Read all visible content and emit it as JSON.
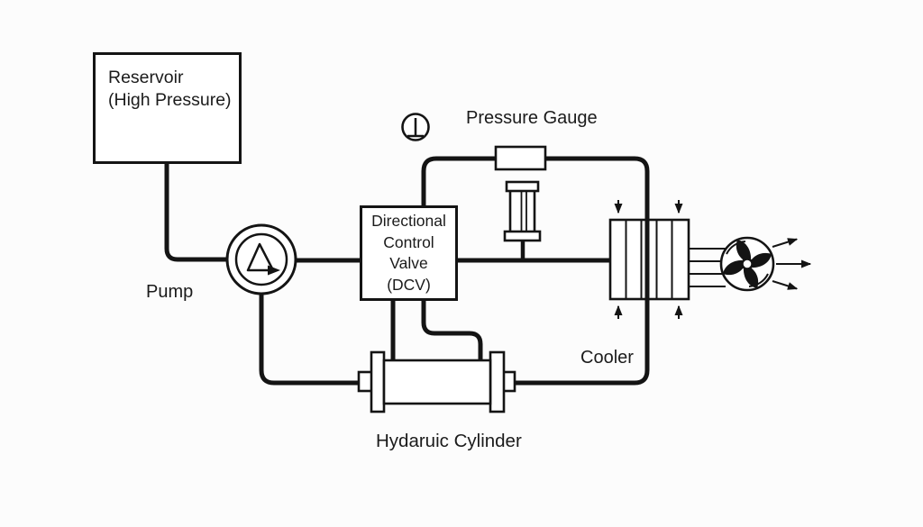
{
  "labels": {
    "reservoir_line1": "Reservoir",
    "reservoir_line2": "(High Pressure)",
    "pump": "Pump",
    "dcv_line1": "Directional",
    "dcv_line2": "Control",
    "dcv_line3": "Valve",
    "dcv_line4": "(DCV)",
    "pressure_gauge": "Pressure Gauge",
    "cooler": "Cooler",
    "hydraulic_cylinder": "Hydaruic Cylinder"
  },
  "colors": {
    "line": "#141414",
    "background": "#fcfcfc",
    "text": "#1b1b1b",
    "component-fill": "#ffffff"
  },
  "components": [
    {
      "name": "reservoir",
      "label": "Reservoir (High Pressure)",
      "symbol": "rectangle-box"
    },
    {
      "name": "pump",
      "label": "Pump",
      "symbol": "double-circle-with-triangle-rotation-arrow"
    },
    {
      "name": "directional-control-valve",
      "label": "Directional Control Valve (DCV)",
      "symbol": "rectangle-box"
    },
    {
      "name": "pressure-gauge",
      "label": "Pressure Gauge",
      "symbol": "circle-with-perpendicular-mark-and-inline-rectangle"
    },
    {
      "name": "filter-accumulator",
      "label": "",
      "symbol": "capped-vertical-cylinder-on-line"
    },
    {
      "name": "cooler",
      "label": "Cooler",
      "symbol": "finned-radiator-with-flow-arrows-and-fan"
    },
    {
      "name": "fan",
      "label": "",
      "symbol": "four-blade-pinwheel-in-circle-with-air-arrows"
    },
    {
      "name": "hydraulic-cylinder",
      "label": "Hydaruic Cylinder",
      "symbol": "horizontal-cylinder-with-end-caps-and-ports"
    }
  ]
}
